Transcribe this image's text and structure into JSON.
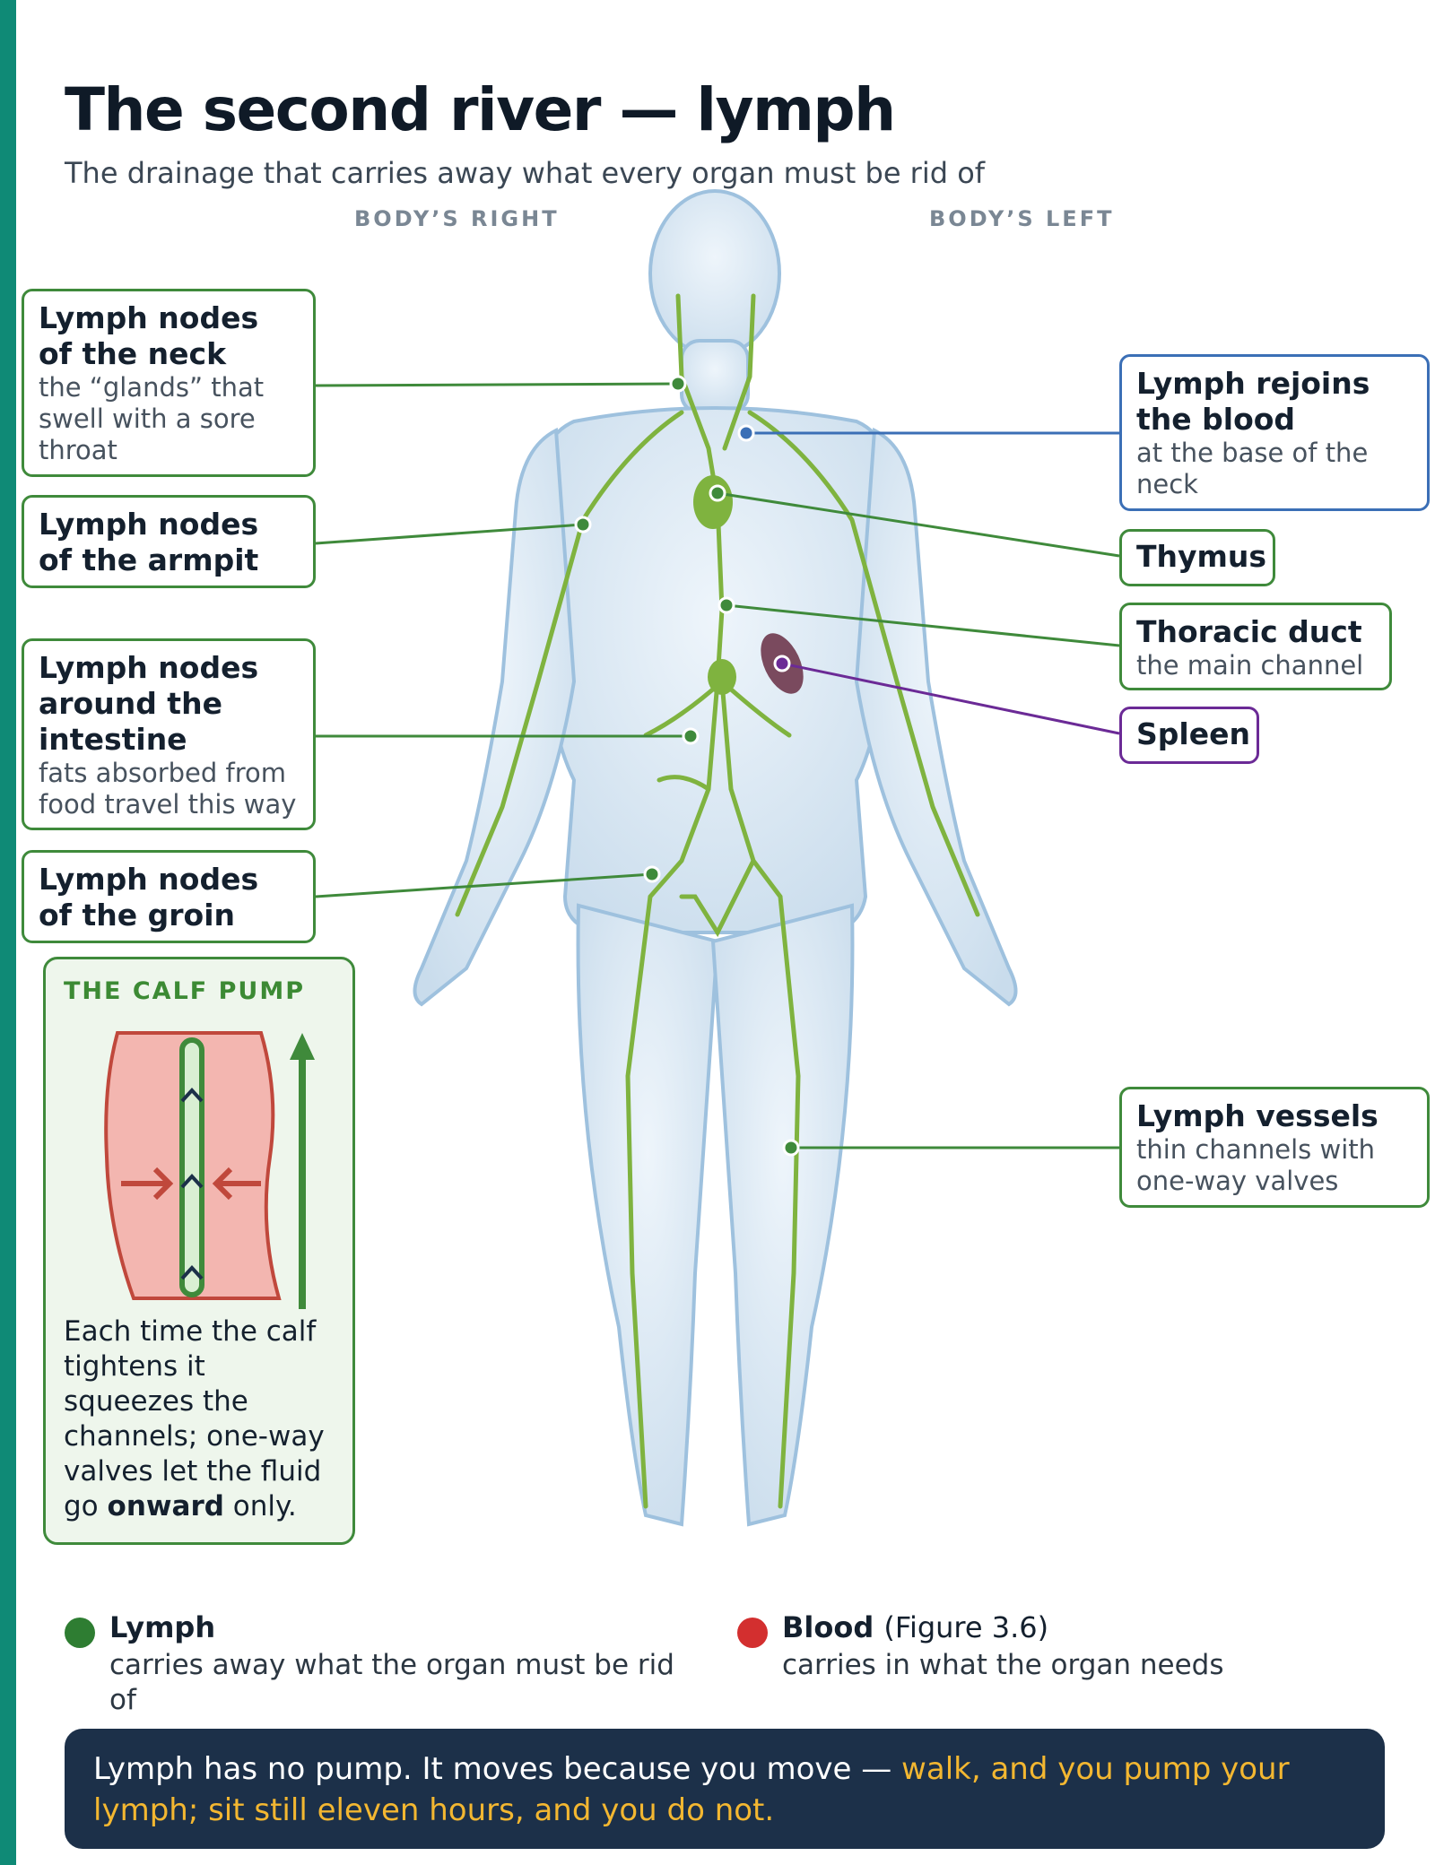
{
  "header": {
    "title": "The second river — lymph",
    "subtitle": "The drainage that carries away what every organ must be rid of",
    "side_right": "BODY’S RIGHT",
    "side_left": "BODY’S LEFT"
  },
  "callouts": [
    {
      "id": "neck",
      "title": "Lymph nodes of the neck",
      "sub": "the “glands” that swell with a sore throat"
    },
    {
      "id": "armpit",
      "title": "Lymph nodes of the armpit",
      "sub": ""
    },
    {
      "id": "intestine",
      "title": "Lymph nodes around the intestine",
      "sub": "fats absorbed from food travel this way"
    },
    {
      "id": "groin",
      "title": "Lymph nodes of the groin",
      "sub": ""
    },
    {
      "id": "rejoin",
      "title": "Lymph rejoins the blood",
      "sub": "at the base of the neck"
    },
    {
      "id": "thymus",
      "title": "Thymus",
      "sub": ""
    },
    {
      "id": "duct",
      "title": "Thoracic duct",
      "sub": "the main channel"
    },
    {
      "id": "spleen",
      "title": "Spleen",
      "sub": ""
    },
    {
      "id": "vessels",
      "title": "Lymph vessels",
      "sub": "thin channels with one-way valves"
    }
  ],
  "calf_pump": {
    "title": "THE CALF PUMP",
    "text_a": "Each time the calf tightens it squeezes the channels; one-way valves let the fluid go",
    "text_bold": "onward",
    "text_b": "only."
  },
  "legend": {
    "lymph": {
      "label": "Lymph",
      "desc": "carries away what the organ must be rid of",
      "color": "#2e7d32"
    },
    "blood": {
      "label": "Blood",
      "ref": "(Figure 3.6)",
      "desc": "carries in what the organ needs",
      "color": "#d32f2f"
    }
  },
  "banner": {
    "text_a": "Lymph has no pump. It moves because you move —",
    "text_highlight": "walk, and you pump your lymph; sit still eleven hours, and you do not."
  },
  "colors": {
    "accent": "#0f8a76",
    "lymph_green": "#3f8a3b",
    "blood_vessel_blue": "#3b6fb6",
    "spleen_purple": "#6b2a96",
    "banner_bg": "#1c3049",
    "highlight": "#f3b731"
  }
}
